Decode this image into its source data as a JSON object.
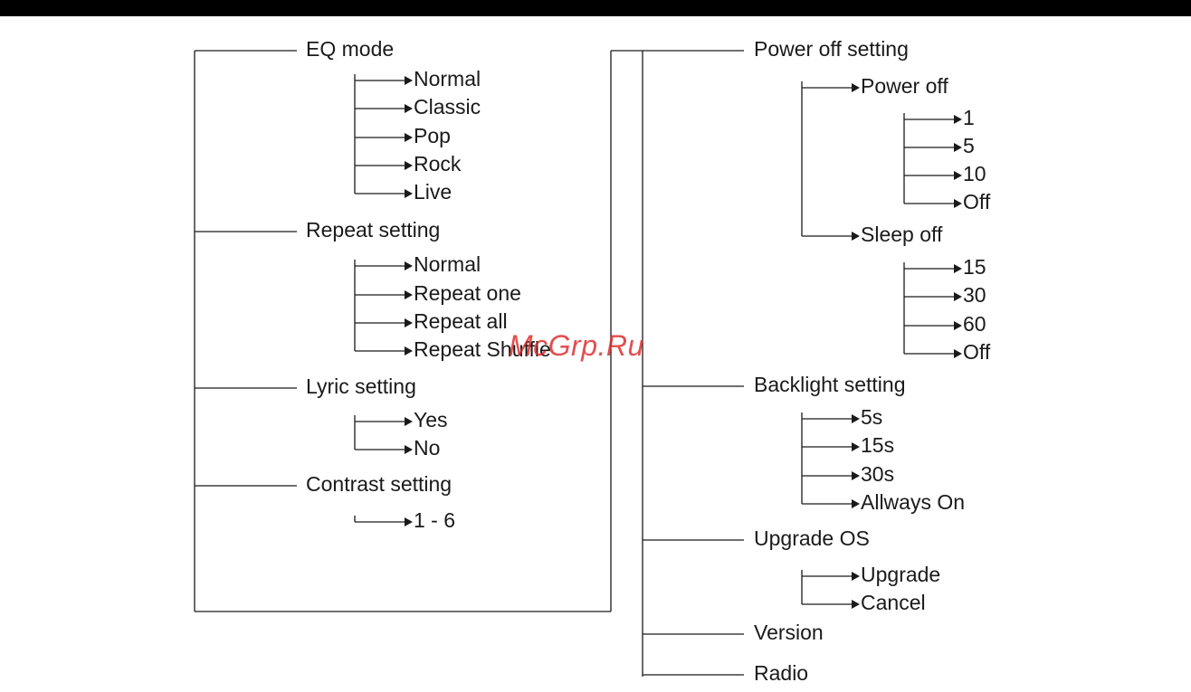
{
  "watermark": "McGrp.Ru",
  "left_tree": [
    {
      "label": "EQ mode",
      "children": [
        "Normal",
        "Classic",
        "Pop",
        "Rock",
        "Live"
      ]
    },
    {
      "label": "Repeat setting",
      "children": [
        "Normal",
        "Repeat one",
        "Repeat all",
        "Repeat Shuffle"
      ]
    },
    {
      "label": "Lyric setting",
      "children": [
        "Yes",
        "No"
      ]
    },
    {
      "label": "Contrast setting",
      "children": [
        "1 - 6"
      ]
    }
  ],
  "right_tree": [
    {
      "label": "Power off setting",
      "subgroups": [
        {
          "label": "Power off",
          "children": [
            "1",
            "5",
            "10",
            "Off"
          ]
        },
        {
          "label": "Sleep off",
          "children": [
            "15",
            "30",
            "60",
            "Off"
          ]
        }
      ]
    },
    {
      "label": "Backlight setting",
      "children": [
        "5s",
        "15s",
        "30s",
        "Allways On"
      ]
    },
    {
      "label": "Upgrade OS",
      "children": [
        "Upgrade",
        "Cancel"
      ]
    },
    {
      "label": "Version"
    },
    {
      "label": "Radio"
    }
  ]
}
